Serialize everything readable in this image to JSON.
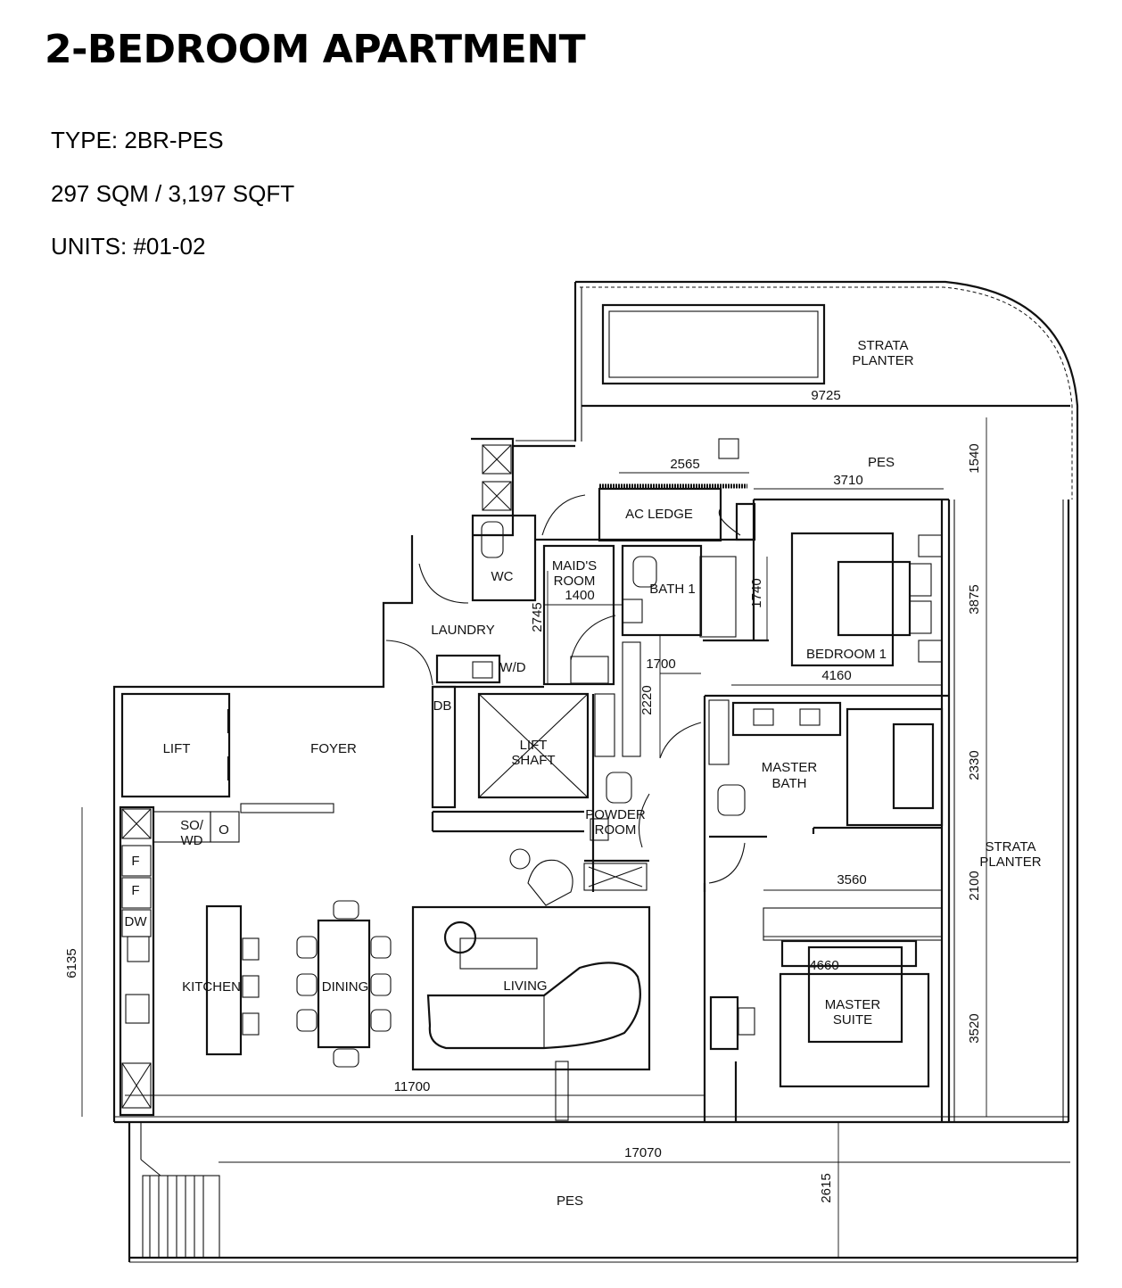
{
  "header": {
    "title": "2-BEDROOM APARTMENT",
    "type_line": "TYPE: 2BR-PES",
    "area_line": "297 SQM / 3,197 SQFT",
    "units_line": "UNITS:  #01-02"
  },
  "rooms": {
    "strata_planter_top": [
      "STRATA",
      "PLANTER"
    ],
    "pes_top": "PES",
    "ac_ledge": "AC LEDGE",
    "wc": "WC",
    "maids_room": [
      "MAID'S",
      "ROOM"
    ],
    "bath1": "BATH 1",
    "laundry": "LAUNDRY",
    "wd": "W/D",
    "db": "DB",
    "bedroom1": "BEDROOM 1",
    "lift": "LIFT",
    "foyer": "FOYER",
    "lift_shaft": [
      "LIFT",
      "SHAFT"
    ],
    "master_bath": [
      "MASTER",
      "BATH"
    ],
    "powder_room": [
      "POWDER",
      "ROOM"
    ],
    "strata_planter_right": [
      "STRATA",
      "PLANTER"
    ],
    "so_wd": [
      "SO/",
      "WD"
    ],
    "o": "O",
    "f1": "F",
    "f2": "F",
    "dw": "DW",
    "kitchen": "KITCHEN",
    "dining": "DINING",
    "living": "LIVING",
    "master_suite": [
      "MASTER",
      "SUITE"
    ],
    "pes_bottom": "PES"
  },
  "dimensions": {
    "d9725": "9725",
    "d2565": "2565",
    "d3710": "3710",
    "d1540": "1540",
    "d3875": "3875",
    "d1740": "1740",
    "d1400": "1400",
    "d2745": "2745",
    "d1700": "1700",
    "d2220": "2220",
    "d4160": "4160",
    "d2330": "2330",
    "d2100": "2100",
    "d3560": "3560",
    "d4660": "4660",
    "d3520": "3520",
    "d6135": "6135",
    "d11700": "11700",
    "d17070": "17070",
    "d2615": "2615"
  }
}
